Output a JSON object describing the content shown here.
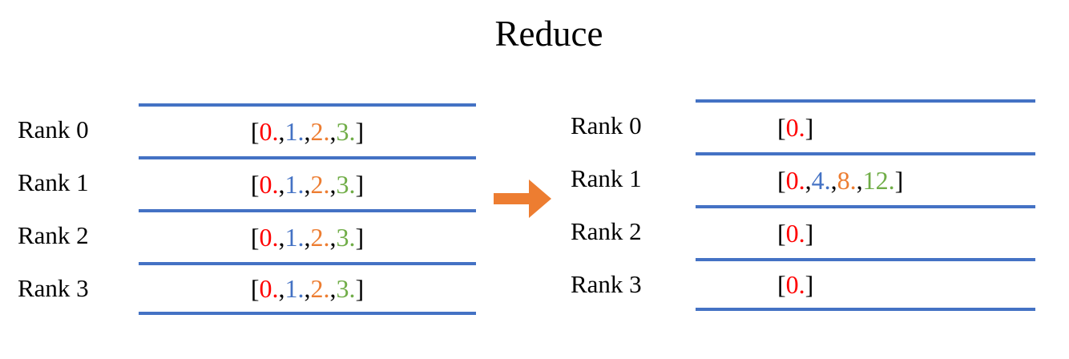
{
  "title": "Reduce",
  "colors": {
    "line_blue": "#4472C4",
    "arrow_orange": "#ED7D31",
    "red": "#FF0000",
    "blue": "#4472C4",
    "orange": "#ED7D31",
    "green": "#70AD47",
    "black": "#000000"
  },
  "left_table": {
    "rows": [
      {
        "label": "Rank 0",
        "segments": [
          [
            "[",
            "black"
          ],
          [
            "0.",
            "red"
          ],
          [
            ", ",
            "black"
          ],
          [
            "1.",
            "blue"
          ],
          [
            ", ",
            "black"
          ],
          [
            "2.",
            "orange"
          ],
          [
            ", ",
            "black"
          ],
          [
            "3.",
            "green"
          ],
          [
            "]",
            "black"
          ]
        ]
      },
      {
        "label": "Rank 1",
        "segments": [
          [
            "[",
            "black"
          ],
          [
            "0.",
            "red"
          ],
          [
            ", ",
            "black"
          ],
          [
            "1.",
            "blue"
          ],
          [
            ", ",
            "black"
          ],
          [
            "2.",
            "orange"
          ],
          [
            ", ",
            "black"
          ],
          [
            "3.",
            "green"
          ],
          [
            "]",
            "black"
          ]
        ]
      },
      {
        "label": "Rank 2",
        "segments": [
          [
            "[",
            "black"
          ],
          [
            "0.",
            "red"
          ],
          [
            ", ",
            "black"
          ],
          [
            "1.",
            "blue"
          ],
          [
            ", ",
            "black"
          ],
          [
            "2.",
            "orange"
          ],
          [
            ", ",
            "black"
          ],
          [
            "3.",
            "green"
          ],
          [
            "]",
            "black"
          ]
        ]
      },
      {
        "label": "Rank 3",
        "segments": [
          [
            "[",
            "black"
          ],
          [
            "0.",
            "red"
          ],
          [
            ", ",
            "black"
          ],
          [
            "1.",
            "blue"
          ],
          [
            ", ",
            "black"
          ],
          [
            "2.",
            "orange"
          ],
          [
            ", ",
            "black"
          ],
          [
            "3.",
            "green"
          ],
          [
            "]",
            "black"
          ]
        ]
      }
    ]
  },
  "arrow": {
    "direction": "right"
  },
  "right_table": {
    "rows": [
      {
        "label": "Rank 0",
        "segments": [
          [
            "[",
            "black"
          ],
          [
            "0.",
            "red"
          ],
          [
            "]",
            "black"
          ]
        ]
      },
      {
        "label": "Rank 1",
        "segments": [
          [
            "[",
            "black"
          ],
          [
            "0.",
            "red"
          ],
          [
            ", ",
            "black"
          ],
          [
            "4.",
            "blue"
          ],
          [
            ", ",
            "black"
          ],
          [
            "8.",
            "orange"
          ],
          [
            ", ",
            "black"
          ],
          [
            "12.",
            "green"
          ],
          [
            "]",
            "black"
          ]
        ]
      },
      {
        "label": "Rank 2",
        "segments": [
          [
            "[",
            "black"
          ],
          [
            "0.",
            "red"
          ],
          [
            "]",
            "black"
          ]
        ]
      },
      {
        "label": "Rank 3",
        "segments": [
          [
            "[",
            "black"
          ],
          [
            "0.",
            "red"
          ],
          [
            "]",
            "black"
          ]
        ]
      }
    ]
  }
}
